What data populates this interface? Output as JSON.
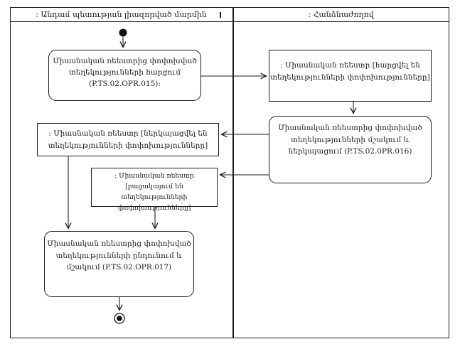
{
  "diagram": {
    "type": "uml-activity-swimlane",
    "colors": {
      "line": "#1c1c1c",
      "background": "#ffffff",
      "text": "#1c1c1c"
    },
    "lanes": {
      "left": {
        "title": ": Անդամ պետության լիազորված մարմին",
        "tick_icon": "vertical-tick"
      },
      "right": {
        "title": ": Հանձնաժողով"
      }
    },
    "nodes": {
      "start": {
        "type": "initial-node"
      },
      "box_a": {
        "type": "action",
        "lines": [
          "Միասնական ռեեստրից փոփոխված",
          "տեղեկությունների հարցում",
          "(P.TS.02.OPR.015):"
        ]
      },
      "box_b": {
        "type": "object",
        "lines": [
          ": Միասնական ռեեստր [հարցվել են",
          "տեղեկությունների փոփոխությունները]"
        ]
      },
      "box_c": {
        "type": "action",
        "lines": [
          "Միասնական ռեեստրից փոփոխված",
          "տեղեկությունների մշակում և",
          "ներկայացում (P.TS.02.0PR.016)"
        ]
      },
      "box_d": {
        "type": "object",
        "lines": [
          ": Միասնական ռեեստր [ներկայացվել են",
          "տեղեկությունների փոփոխությունները]"
        ]
      },
      "box_e": {
        "type": "object",
        "lines": [
          ": Միասնական ռեեստր [բացակայում են",
          "տեղեկությունների փոփոխությունները]"
        ]
      },
      "box_f": {
        "type": "action",
        "lines": [
          "Միասնական ռեեստրից փոփոխված",
          "տեղեկությունների ընդունում և",
          "մշակում (P.TS.02.OPR.017)"
        ]
      },
      "end": {
        "type": "final-node"
      }
    }
  }
}
